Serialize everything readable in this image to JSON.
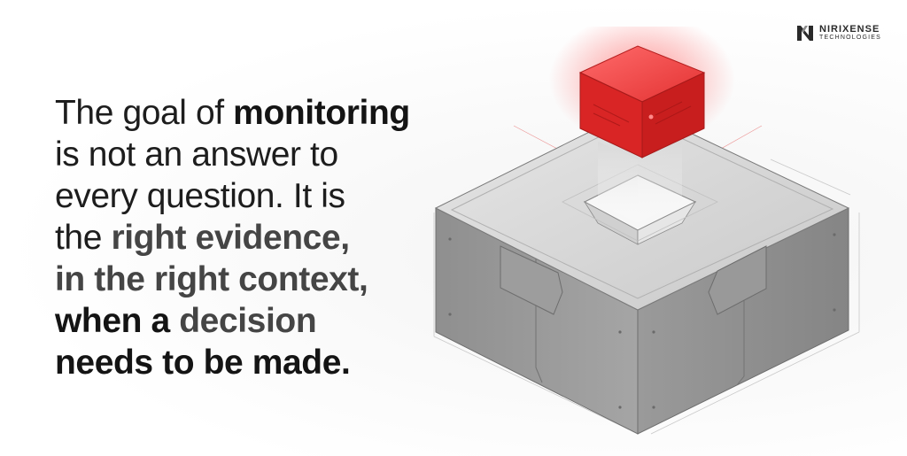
{
  "brand": {
    "name": "NIRIXENSE",
    "subtitle": "TECHNOLOGIES"
  },
  "quote": {
    "line1_a": "The goal of ",
    "line1_b": "monitoring",
    "line2": "is not an answer to",
    "line3": "every question. It is",
    "line4_a": "the ",
    "line4_b": "right evidence,",
    "line5": "in the right context,",
    "line6_a": "when a ",
    "line6_b": "decision",
    "line7": "needs to be made."
  },
  "colors": {
    "accent": "#e32a2a",
    "text_dark": "#141414",
    "text_grey": "#454545"
  },
  "icons": [
    "nirixense-logo-icon"
  ]
}
